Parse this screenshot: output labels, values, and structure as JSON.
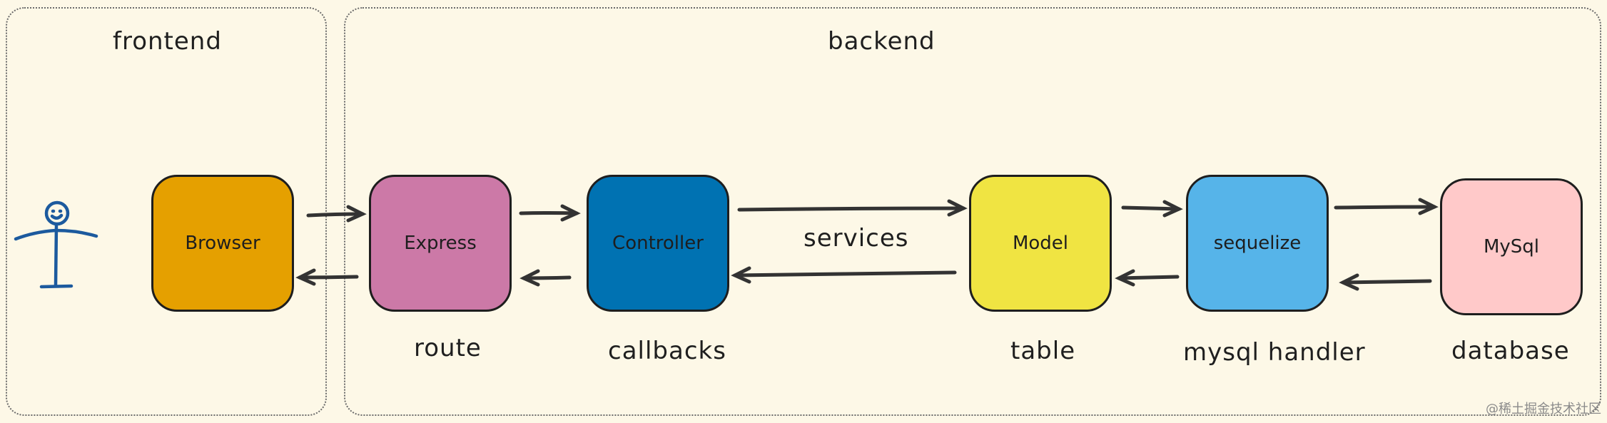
{
  "regions": {
    "frontend": "frontend",
    "backend": "backend"
  },
  "nodes": {
    "browser": "Browser",
    "express": "Express",
    "controller": "Controller",
    "model": "Model",
    "sequelize": "sequelize",
    "mysql": "MySql"
  },
  "captions": {
    "route": "route",
    "callbacks": "callbacks",
    "services": "services",
    "table": "table",
    "handler": "mysql handler",
    "database": "database"
  },
  "colors": {
    "background": "#fdf8e7",
    "browser": "#e5a000",
    "express": "#cc79a7",
    "controller": "#0072b2",
    "model": "#f0e442",
    "sequelize": "#56b4e9",
    "mysql": "#ffc9c9",
    "stick_figure": "#1c5a9e",
    "arrow": "#333333"
  },
  "icons": {
    "user": "stick-figure-icon"
  },
  "watermark": "@稀土掘金技术社区"
}
